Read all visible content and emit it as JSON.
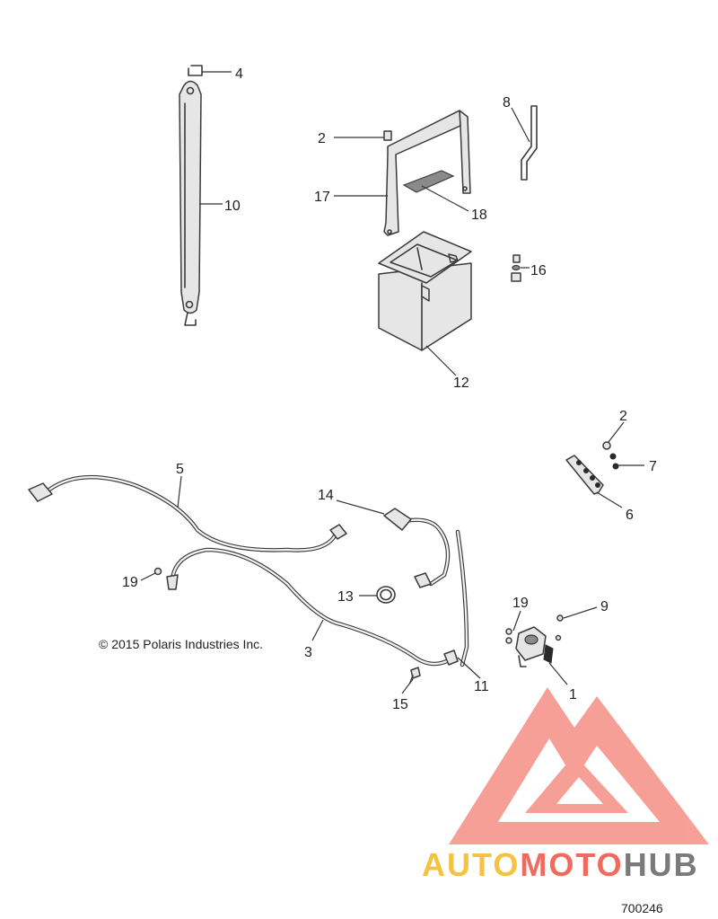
{
  "callouts": {
    "c4": "4",
    "c10": "10",
    "c2a": "2",
    "c17": "17",
    "c18": "18",
    "c8": "8",
    "c16": "16",
    "c12": "12",
    "c2b": "2",
    "c7": "7",
    "c6": "6",
    "c5": "5",
    "c14": "14",
    "c19a": "19",
    "c13": "13",
    "c3": "3",
    "c19b": "19",
    "c9": "9",
    "c11": "11",
    "c15": "15",
    "c1": "1"
  },
  "copyright": "© 2015 Polaris Industries Inc.",
  "document_number": "700246",
  "watermark": {
    "brand_part1": "AUTO",
    "brand_part2": "MOTO",
    "brand_part3": "HUB",
    "color_part1": "#f5c242",
    "color_part2": "#f06a5e",
    "color_part3": "#7a7a7a",
    "logo_color": "#f06a5e"
  }
}
